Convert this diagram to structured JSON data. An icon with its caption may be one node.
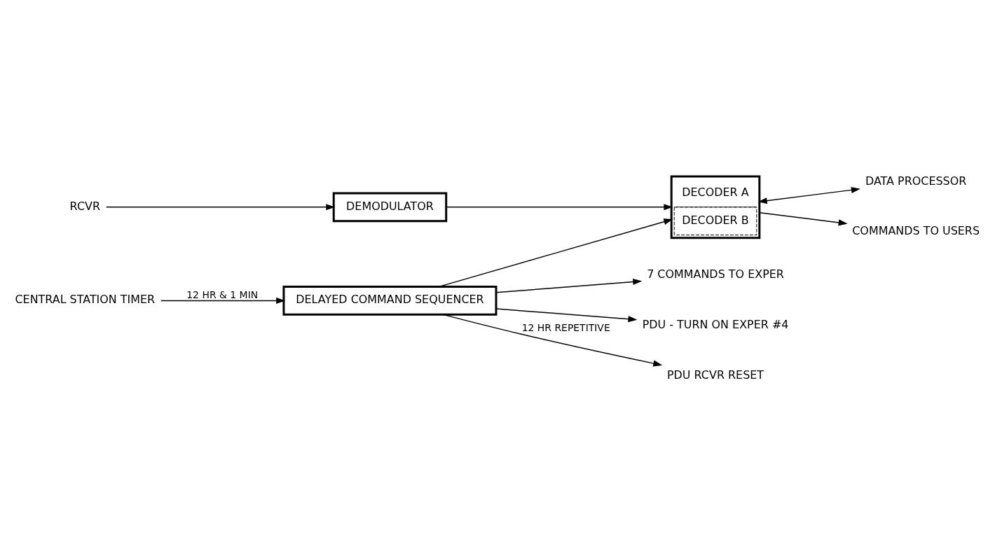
{
  "diagram": {
    "nodes": [
      {
        "text": [
          "RCVR"
        ]
      },
      {
        "text": [
          "DEMODULATOR"
        ]
      },
      {
        "text": [
          "DATA PROCESSOR"
        ]
      },
      {
        "text": [
          "DECODER A",
          "DECODER B"
        ]
      },
      {
        "text": [
          "COMMANDS TO USERS"
        ]
      },
      {
        "text": [
          "DELAYED COMMAND SEQUENCER"
        ]
      },
      {
        "text": [
          "CENTRAL STATION TIMER"
        ]
      },
      {
        "text": [
          "7 COMMANDS TO EXPER"
        ]
      },
      {
        "text": [
          "PDU - TURN ON EXPER #4"
        ]
      },
      {
        "text": [
          "PDU RCVR RESET"
        ]
      }
    ],
    "edges": [
      {
        "from": 0,
        "to": 1,
        "arrow": "to"
      },
      {
        "from": 1,
        "to": 3,
        "arrow": "to"
      },
      {
        "from": 3,
        "to": 2,
        "arrow": "both"
      },
      {
        "from": 3,
        "to": 4,
        "arrow": "to"
      },
      {
        "from": 5,
        "to": 3,
        "arrow": "to"
      },
      {
        "from": 6,
        "to": 5,
        "arrow": "to",
        "label": "12 HR & 1 MIN"
      },
      {
        "from": 5,
        "to": 7,
        "arrow": "to"
      },
      {
        "from": 5,
        "to": 8,
        "arrow": "to"
      },
      {
        "from": 5,
        "to": 9,
        "arrow": "to",
        "label": "12 HR REPETITIVE"
      }
    ]
  }
}
